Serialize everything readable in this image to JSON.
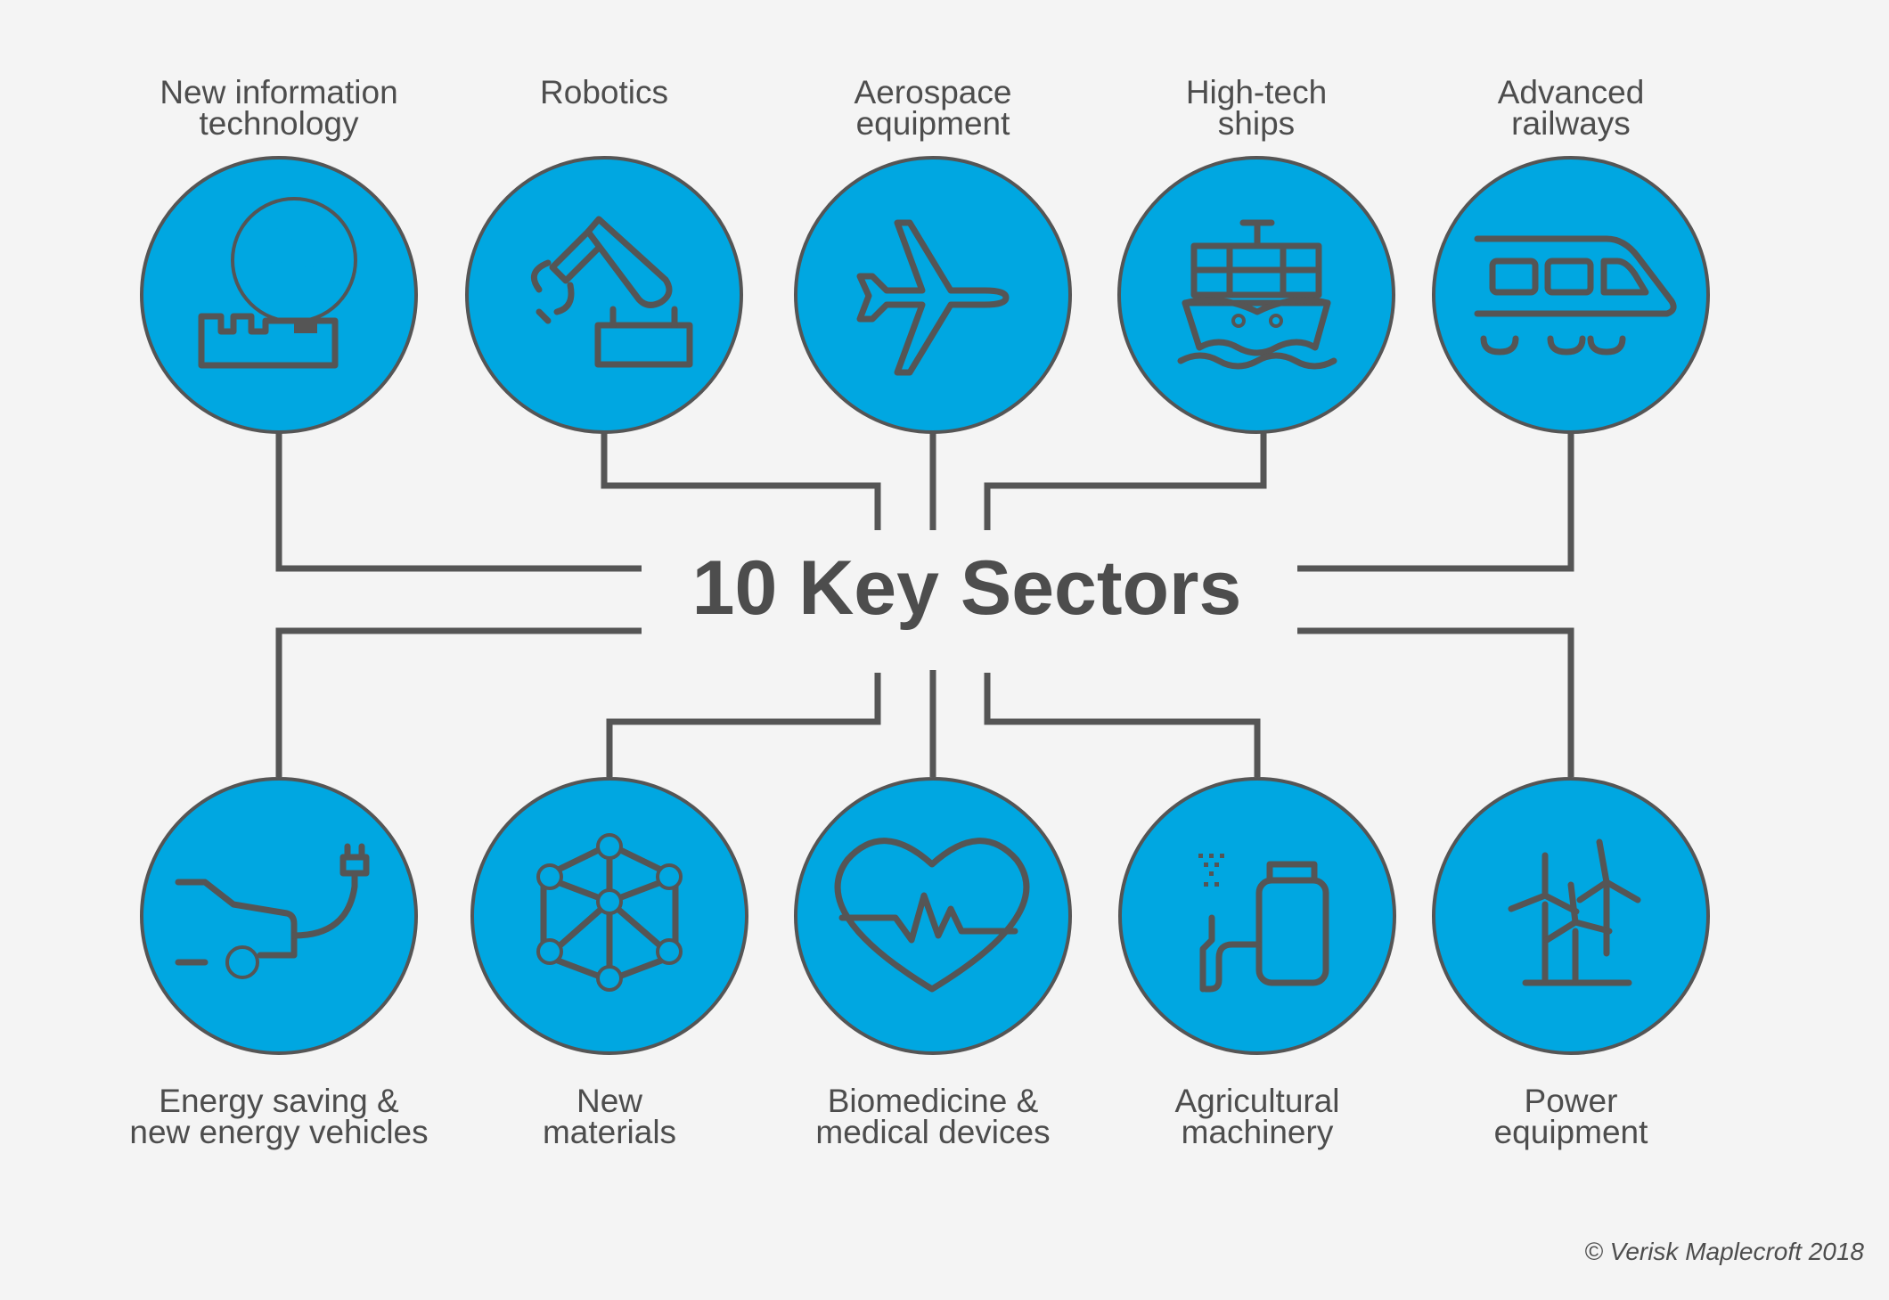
{
  "title": "10 Key Sectors",
  "copyright": "© Verisk Maplecroft 2018",
  "colors": {
    "circle": "#00a7e1",
    "stroke": "#555555",
    "text": "#4d4d4d",
    "background": "#f4f4f4"
  },
  "sectors": [
    {
      "label": "New information\ntechnology",
      "icon": "globe-factory-icon"
    },
    {
      "label": "Robotics",
      "icon": "robot-arm-icon"
    },
    {
      "label": "Aerospace\nequipment",
      "icon": "airplane-icon"
    },
    {
      "label": "High-tech\nships",
      "icon": "ship-icon"
    },
    {
      "label": "Advanced\nrailways",
      "icon": "train-icon"
    },
    {
      "label": "Energy saving &\nnew energy vehicles",
      "icon": "electric-car-icon"
    },
    {
      "label": "New\nmaterials",
      "icon": "molecule-cube-icon"
    },
    {
      "label": "Biomedicine &\nmedical devices",
      "icon": "heartbeat-icon"
    },
    {
      "label": "Agricultural\nmachinery",
      "icon": "sprayer-icon"
    },
    {
      "label": "Power\nequipment",
      "icon": "wind-turbine-icon"
    }
  ]
}
